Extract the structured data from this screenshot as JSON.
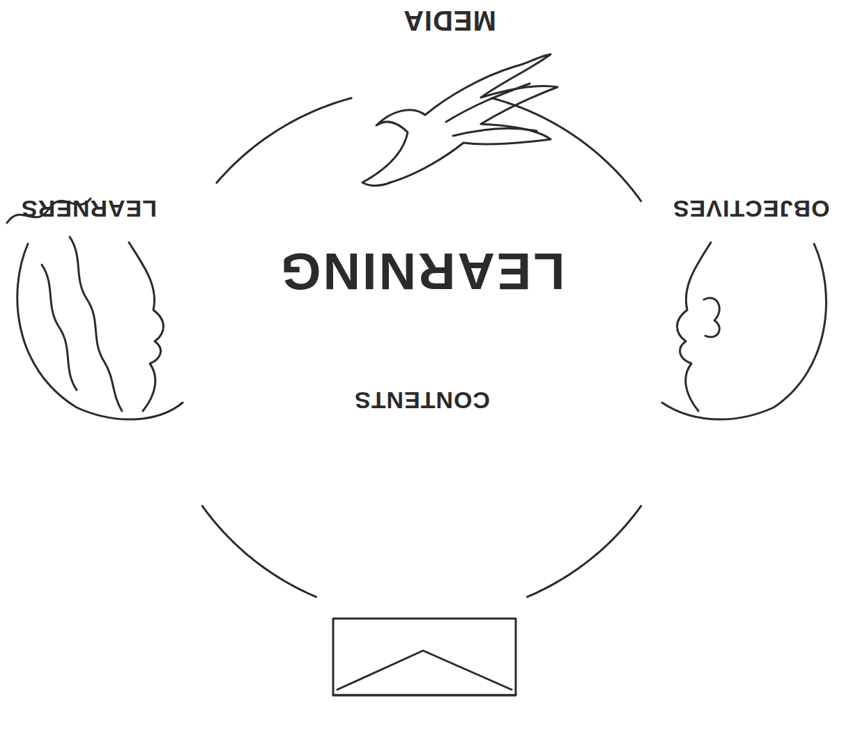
{
  "diagram": {
    "nodes": [
      {
        "text": [
          "LEARNING"
        ]
      }
    ],
    "labels": [
      "MEDIA",
      "LEARNERS",
      "OBJECTIVES",
      "CONTENTS"
    ]
  }
}
